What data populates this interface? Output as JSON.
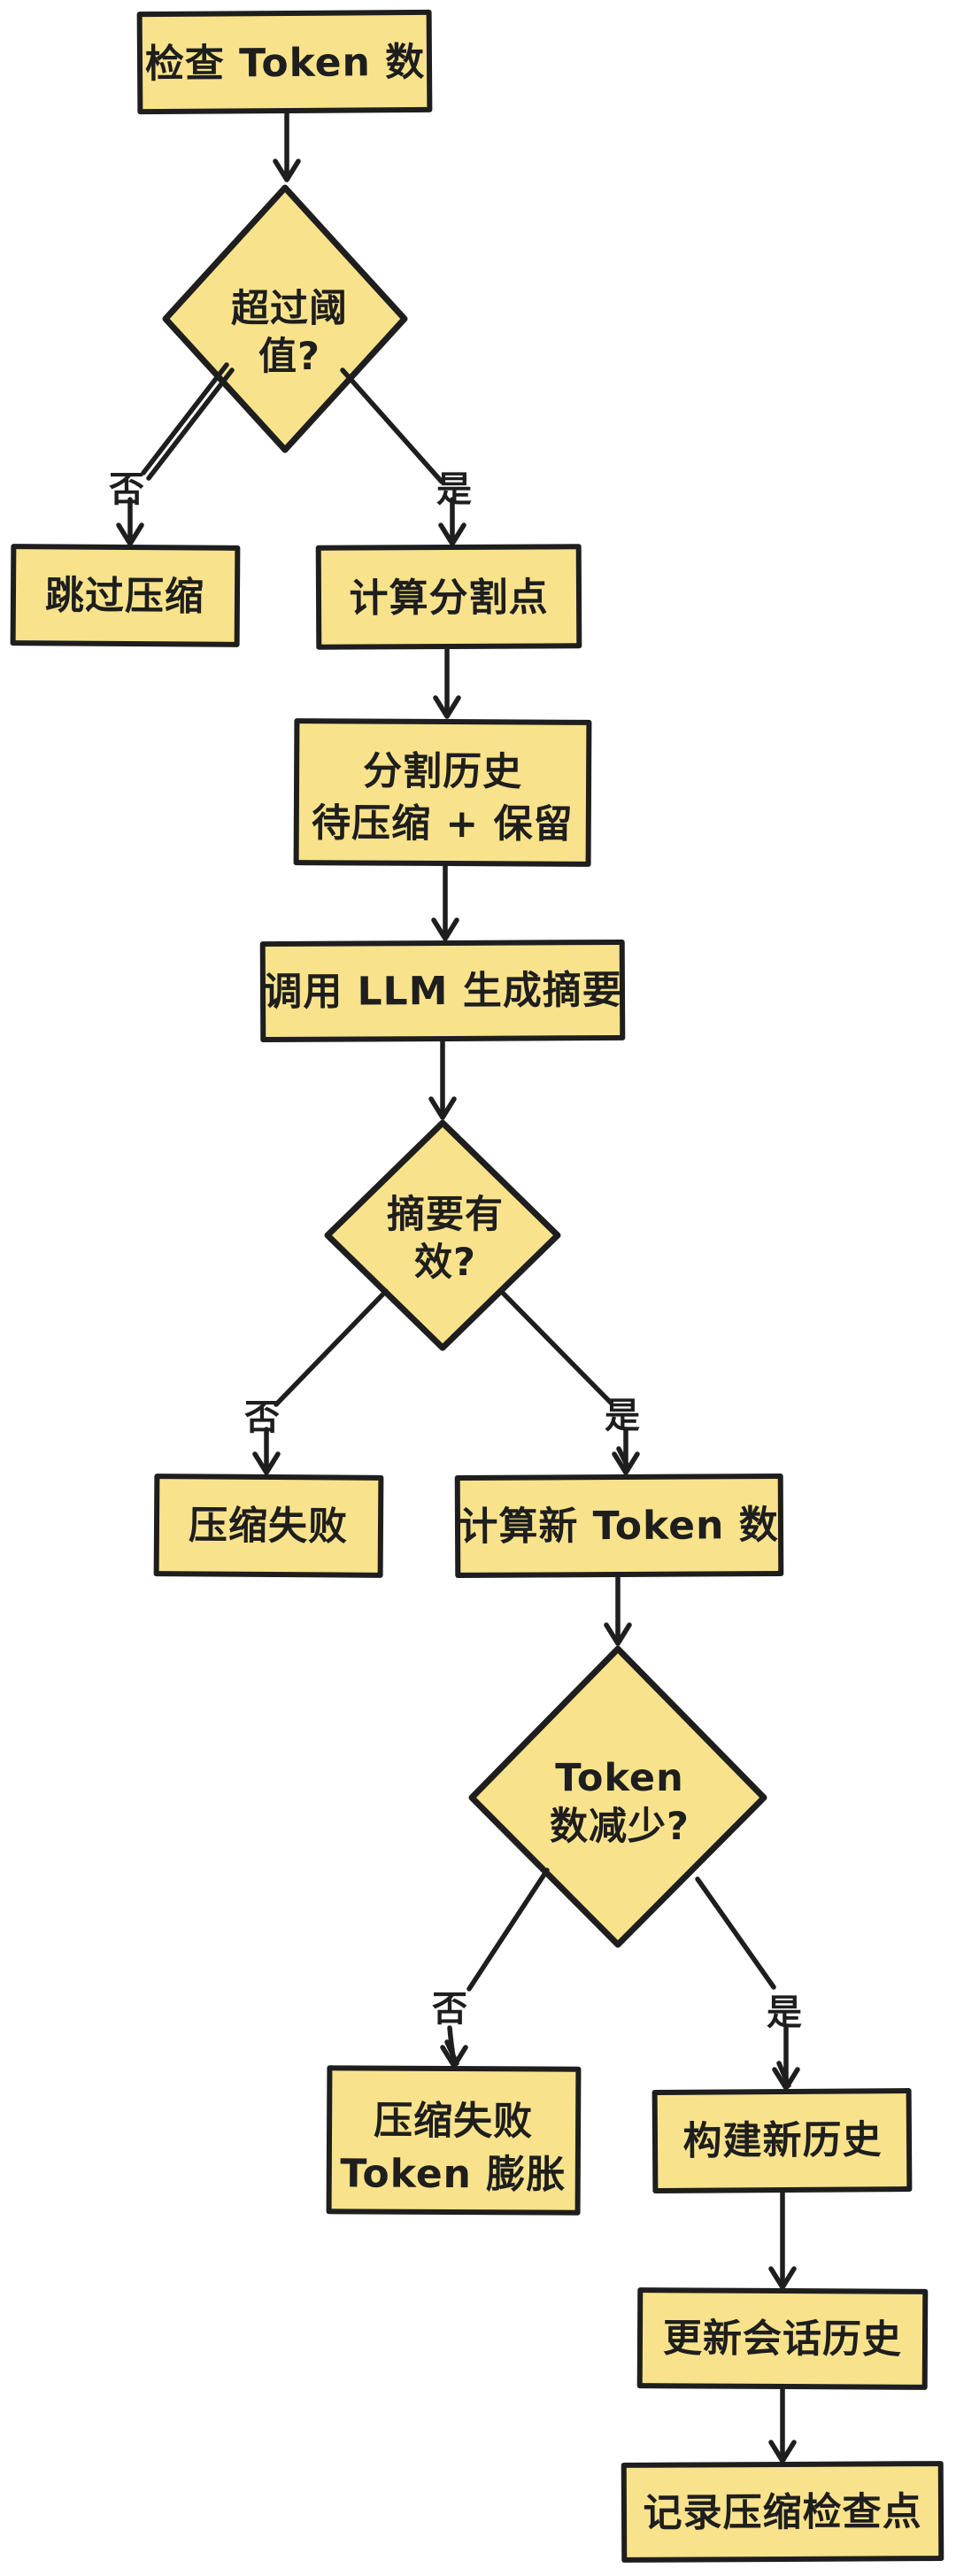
{
  "colors": {
    "background": "#ffffff",
    "node_fill": "#f8e38c",
    "node_stroke": "#1e1e1e",
    "text": "#1e1e1e"
  },
  "nodes": {
    "check_token": {
      "type": "process",
      "label": "检查 Token 数"
    },
    "over_threshold": {
      "type": "decision",
      "line1": "超过阈",
      "line2": "值?"
    },
    "skip_compression": {
      "type": "process",
      "label": "跳过压缩"
    },
    "calc_split_point": {
      "type": "process",
      "label": "计算分割点"
    },
    "split_history": {
      "type": "process",
      "line1": "分割历史",
      "line2": "待压缩 + 保留"
    },
    "call_llm": {
      "type": "process",
      "label": "调用 LLM 生成摘要"
    },
    "summary_valid": {
      "type": "decision",
      "line1": "摘要有",
      "line2": "效?"
    },
    "compression_failed": {
      "type": "process",
      "label": "压缩失败"
    },
    "calc_new_tokens": {
      "type": "process",
      "label": "计算新 Token 数"
    },
    "tokens_reduced": {
      "type": "decision",
      "line1": "Token",
      "line2": "数减少?"
    },
    "failed_inflation": {
      "type": "process",
      "line1": "压缩失败",
      "line2": "Token 膨胀"
    },
    "build_new_history": {
      "type": "process",
      "label": "构建新历史"
    },
    "update_session_history": {
      "type": "process",
      "label": "更新会话历史"
    },
    "record_checkpoint": {
      "type": "process",
      "label": "记录压缩检查点"
    }
  },
  "labels": {
    "no": "否",
    "yes": "是"
  },
  "edges": [
    {
      "from": "check_token",
      "to": "over_threshold",
      "label": ""
    },
    {
      "from": "over_threshold",
      "to": "skip_compression",
      "label": "否"
    },
    {
      "from": "over_threshold",
      "to": "calc_split_point",
      "label": "是"
    },
    {
      "from": "calc_split_point",
      "to": "split_history",
      "label": ""
    },
    {
      "from": "split_history",
      "to": "call_llm",
      "label": ""
    },
    {
      "from": "call_llm",
      "to": "summary_valid",
      "label": ""
    },
    {
      "from": "summary_valid",
      "to": "compression_failed",
      "label": "否"
    },
    {
      "from": "summary_valid",
      "to": "calc_new_tokens",
      "label": "是"
    },
    {
      "from": "calc_new_tokens",
      "to": "tokens_reduced",
      "label": ""
    },
    {
      "from": "tokens_reduced",
      "to": "failed_inflation",
      "label": "否"
    },
    {
      "from": "tokens_reduced",
      "to": "build_new_history",
      "label": "是"
    },
    {
      "from": "build_new_history",
      "to": "update_session_history",
      "label": ""
    },
    {
      "from": "update_session_history",
      "to": "record_checkpoint",
      "label": ""
    }
  ]
}
